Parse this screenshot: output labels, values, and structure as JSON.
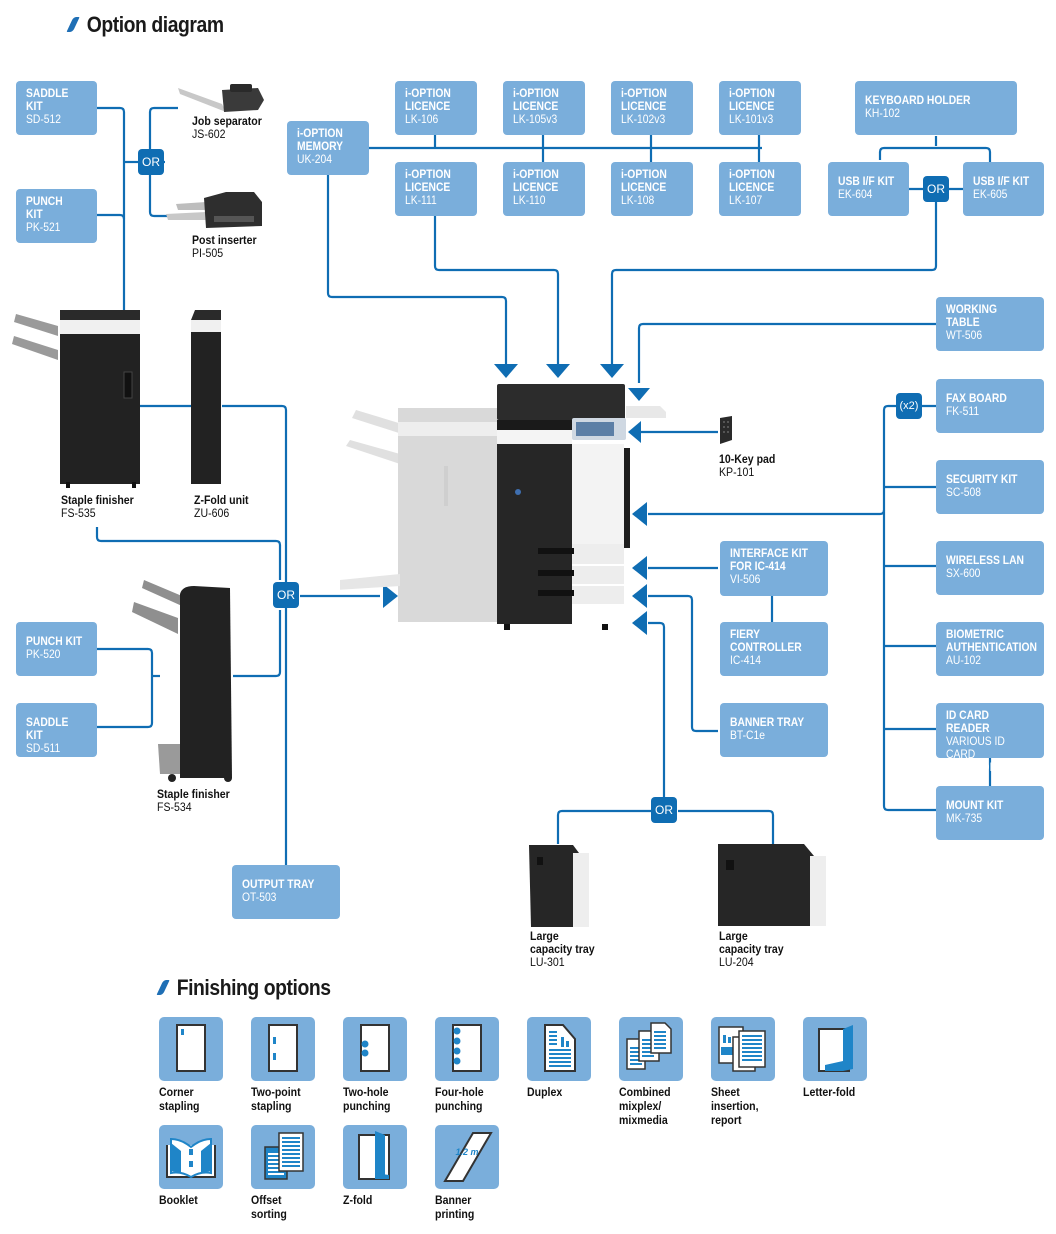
{
  "titles": {
    "option_diagram": "Option diagram",
    "finishing_options": "Finishing options"
  },
  "colors": {
    "box_fill": "#7aaedb",
    "connector": "#0f6db3",
    "badge": "#0f6db3"
  },
  "boxes": {
    "saddle_kit_sd512": {
      "name": "SADDLE\nKIT",
      "model": "SD-512"
    },
    "punch_kit_pk521": {
      "name": "PUNCH\nKIT",
      "model": "PK-521"
    },
    "ioption_memory": {
      "name": "i-OPTION\nMEMORY",
      "model": "UK-204"
    },
    "lk106": {
      "name": "i-OPTION\nLICENCE",
      "model": "LK-106"
    },
    "lk105": {
      "name": "i-OPTION\nLICENCE",
      "model": "LK-105v3"
    },
    "lk102": {
      "name": "i-OPTION\nLICENCE",
      "model": "LK-102v3"
    },
    "lk101": {
      "name": "i-OPTION\nLICENCE",
      "model": "LK-101v3"
    },
    "lk111": {
      "name": "i-OPTION\nLICENCE",
      "model": "LK-111"
    },
    "lk110": {
      "name": "i-OPTION\nLICENCE",
      "model": "LK-110"
    },
    "lk108": {
      "name": "i-OPTION\nLICENCE",
      "model": "LK-108"
    },
    "lk107": {
      "name": "i-OPTION\nLICENCE",
      "model": "LK-107"
    },
    "keyboard_holder": {
      "name": "KEYBOARD HOLDER",
      "model": "KH-102"
    },
    "usb_ek604": {
      "name": "USB I/F KIT",
      "model": "EK-604"
    },
    "usb_ek605": {
      "name": "USB I/F KIT",
      "model": "EK-605"
    },
    "working_table": {
      "name": "WORKING\nTABLE",
      "model": "WT-506"
    },
    "fax_board": {
      "name": "FAX BOARD",
      "model": "FK-511"
    },
    "security_kit": {
      "name": "SECURITY KIT",
      "model": "SC-508"
    },
    "wireless_lan": {
      "name": "WIRELESS LAN",
      "model": "SX-600"
    },
    "biometric": {
      "name": "BIOMETRIC\nAUTHENTICATION",
      "model": "AU-102"
    },
    "id_card_reader": {
      "name": "ID CARD READER",
      "model": "VARIOUS ID CARD\nTECHNOLOGIES"
    },
    "mount_kit": {
      "name": "MOUNT KIT",
      "model": "MK-735"
    },
    "interface_kit": {
      "name": "INTERFACE KIT\nFOR IC-414",
      "model": "VI-506"
    },
    "fiery": {
      "name": "FIERY\nCONTROLLER",
      "model": "IC-414"
    },
    "banner_tray": {
      "name": "BANNER TRAY",
      "model": "BT-C1e"
    },
    "punch_kit_pk520": {
      "name": "PUNCH KIT",
      "model": "PK-520"
    },
    "saddle_kit_sd511": {
      "name": "SADDLE KIT",
      "model": "SD-511"
    },
    "output_tray": {
      "name": "OUTPUT TRAY",
      "model": "OT-503"
    }
  },
  "badges": {
    "or_job_post": "OR",
    "or_usb": "OR",
    "or_finisher": "OR",
    "or_lct": "OR",
    "fax_x2": "(x2)"
  },
  "devices": {
    "job_separator": {
      "name": "Job separator",
      "model": "JS-602"
    },
    "post_inserter": {
      "name": "Post inserter",
      "model": "PI-505"
    },
    "staple_finisher_fs535": {
      "name": "Staple finisher",
      "model": "FS-535"
    },
    "zfold_unit": {
      "name": "Z-Fold unit",
      "model": "ZU-606"
    },
    "staple_finisher_fs534": {
      "name": "Staple finisher",
      "model": "FS-534"
    },
    "keypad": {
      "name": "10-Key pad",
      "model": "KP-101"
    },
    "lct_lu301": {
      "name": "Large\ncapacity tray",
      "model": "LU-301"
    },
    "lct_lu204": {
      "name": "Large\ncapacity tray",
      "model": "LU-204"
    }
  },
  "finishing": [
    {
      "icon": "corner-stapling-icon",
      "label": "Corner\nstapling"
    },
    {
      "icon": "two-point-stapling-icon",
      "label": "Two-point\nstapling"
    },
    {
      "icon": "two-hole-punching-icon",
      "label": "Two-hole\npunching"
    },
    {
      "icon": "four-hole-punching-icon",
      "label": "Four-hole\npunching"
    },
    {
      "icon": "duplex-icon",
      "label": "Duplex"
    },
    {
      "icon": "combined-mixplex-icon",
      "label": "Combined\nmixplex/\nmixmedia"
    },
    {
      "icon": "sheet-insertion-icon",
      "label": "Sheet\ninsertion,\nreport"
    },
    {
      "icon": "letter-fold-icon",
      "label": "Letter-fold"
    },
    {
      "icon": "booklet-icon",
      "label": "Booklet"
    },
    {
      "icon": "offset-sorting-icon",
      "label": "Offset\nsorting"
    },
    {
      "icon": "z-fold-icon",
      "label": "Z-fold"
    },
    {
      "icon": "banner-printing-icon",
      "label": "Banner\nprinting",
      "badge_text": "1.2 m"
    }
  ]
}
